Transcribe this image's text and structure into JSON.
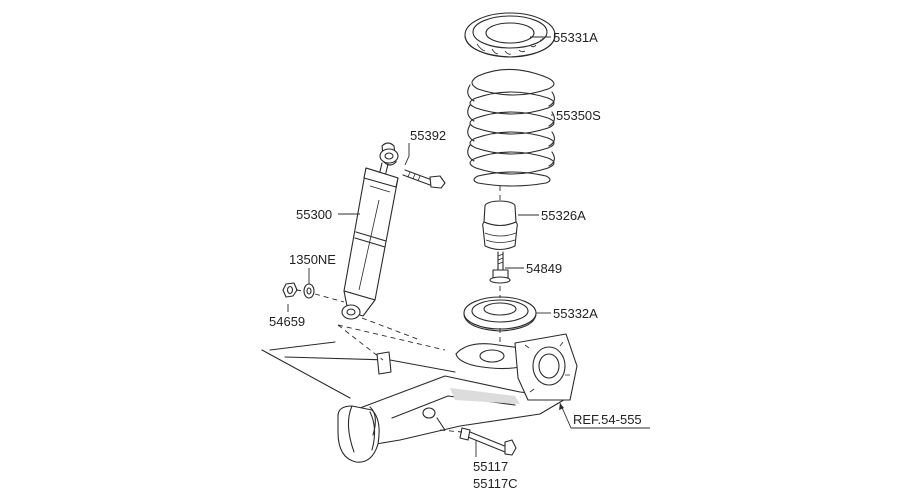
{
  "parts": {
    "spring_seat_upper": "55331A",
    "coil_spring": "55350S",
    "bolt_upper": "55392",
    "shock_absorber": "55300",
    "bumper_stopper": "55326A",
    "washer": "1350NE",
    "bolt_bumper": "54849",
    "nut": "54659",
    "spring_seat_lower": "55332A",
    "reference": "REF.54-555",
    "bolt_lower_1": "55117",
    "bolt_lower_2": "55117C"
  }
}
